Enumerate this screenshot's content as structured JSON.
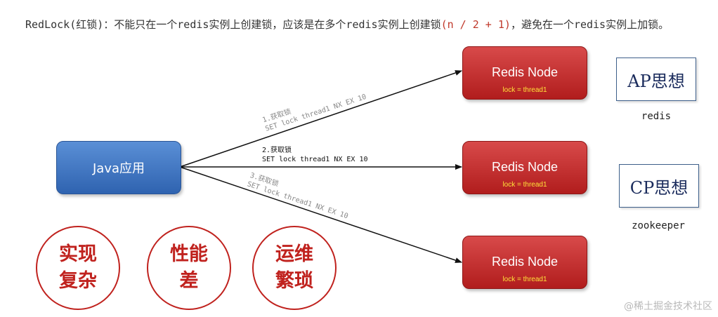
{
  "intro": {
    "prefix": "RedLock(红锁)：不能只在一个redis实例上创建锁，应该是在多个redis实例上创建锁",
    "formula": "(n / 2 + 1)",
    "suffix": "，避免在一个redis实例上加锁。"
  },
  "client": {
    "label": "Java应用"
  },
  "nodes": [
    {
      "name": "Redis Node",
      "lock": "lock = thread1"
    },
    {
      "name": "Redis Node",
      "lock": "lock = thread1"
    },
    {
      "name": "Redis Node",
      "lock": "lock = thread1"
    }
  ],
  "requests": [
    {
      "step": "1.获取锁",
      "command": "SET lock thread1 NX EX 10"
    },
    {
      "step": "2.获取锁",
      "command": "SET lock thread1 NX EX 10"
    },
    {
      "step": "3.获取锁",
      "command": "SET lock thread1 NX EX 10"
    }
  ],
  "models": [
    {
      "title": "AP思想",
      "example": "redis"
    },
    {
      "title": "CP思想",
      "example": "zookeeper"
    }
  ],
  "drawbacks": [
    {
      "line1": "实现",
      "line2": "复杂"
    },
    {
      "line1": "性能",
      "line2": "差"
    },
    {
      "line1": "运维",
      "line2": "繁琐"
    }
  ],
  "watermark": "@稀土掘金技术社区",
  "colors": {
    "client": "#3a6fc0",
    "node": "#c62828",
    "lock_text": "#ffe23a",
    "drawback": "#c0221e"
  }
}
